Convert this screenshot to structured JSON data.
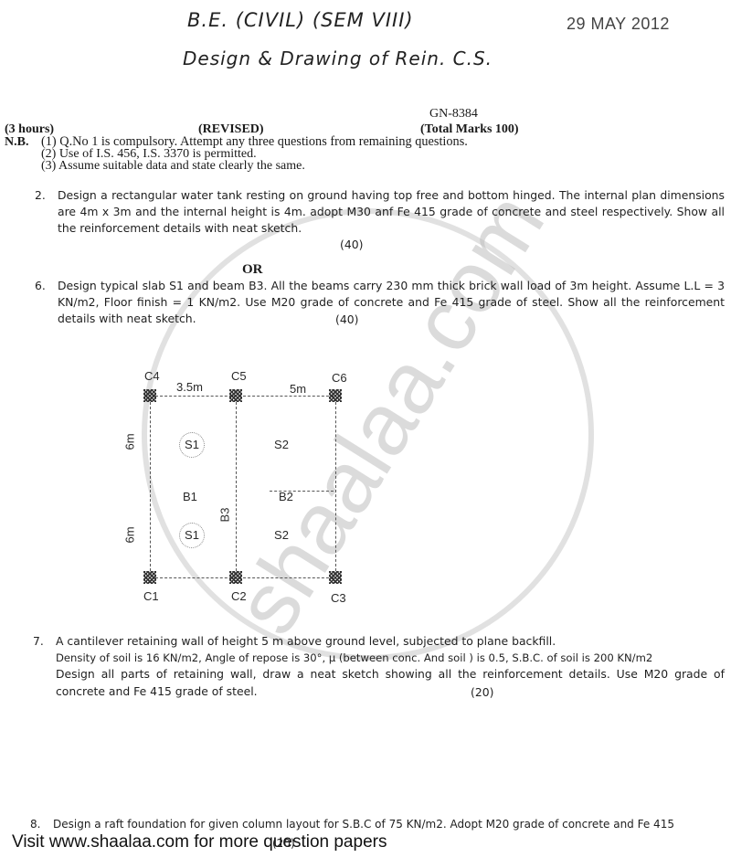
{
  "header": {
    "handwritten_line1": "B.E. (CIVIL) (SEM VIII)",
    "date_stamp": "29 MAY 2012",
    "handwritten_line2": "Design & Drawing of Rein. C.S."
  },
  "paper_code": "GN-8384",
  "meta": {
    "duration": "(3 hours)",
    "revised": "(REVISED)",
    "total_marks": "(Total Marks 100)"
  },
  "notes": {
    "label": "N.B.",
    "items": [
      "(1)  Q.No  1 is compulsory. Attempt any three questions from remaining questions.",
      "(2)  Use of I.S. 456, I.S.  3370 is permitted.",
      "(3)  Assume suitable data and state clearly the same."
    ]
  },
  "questions": [
    {
      "number": "2.",
      "text": "Design a rectangular water tank resting on ground having top free and bottom hinged. The internal plan dimensions are 4m x 3m and the internal height is  4m. adopt M30 anf Fe 415 grade of concrete and steel respectively. Show all the reinforcement details with neat sketch.",
      "marks": "(40)"
    },
    {
      "separator": "OR"
    },
    {
      "number": "6.",
      "text": "Design typical slab S1 and beam B3. All the beams carry 230 mm thick brick wall load of 3m height. Assume L.L = 3 KN/m2, Floor finish = 1 KN/m2. Use M20 grade of concrete and Fe 415 grade of steel. Show all the reinforcement details with neat sketch.",
      "marks": "(40)"
    },
    {
      "number": "7.",
      "lines": [
        "A cantilever retaining wall of height  5 m above ground level, subjected to plane backfill.",
        "Density of soil is 16 KN/m2, Angle of repose is 30°, μ (between conc. And soil ) is 0.5, S.B.C. of soil is 200 KN/m2",
        "Design all parts of retaining wall, draw a neat sketch showing all the reinforcement details. Use M20 grade of concrete and Fe 415 grade of steel."
      ],
      "marks": "(20)"
    },
    {
      "number": "8.",
      "text": "Design a raft foundation for given column layout for S.B.C of 75 KN/m2. Adopt M20 grade of concrete and Fe 415",
      "marks": "(20)"
    }
  ],
  "diagram": {
    "columns": [
      "C1",
      "C2",
      "C3",
      "C4",
      "C5",
      "C6"
    ],
    "spans": {
      "left": "3.5m",
      "right": "5m",
      "top_bay": "6m",
      "bottom_bay": "6m"
    },
    "slabs": [
      "S1",
      "S2",
      "S1",
      "S2"
    ],
    "beams": [
      "B1",
      "B2",
      "B3"
    ]
  },
  "watermark": {
    "text": "shaalaa.com",
    "color": "#c8c8c8"
  },
  "footer": {
    "text": "Visit www.shaalaa.com for more question papers"
  }
}
